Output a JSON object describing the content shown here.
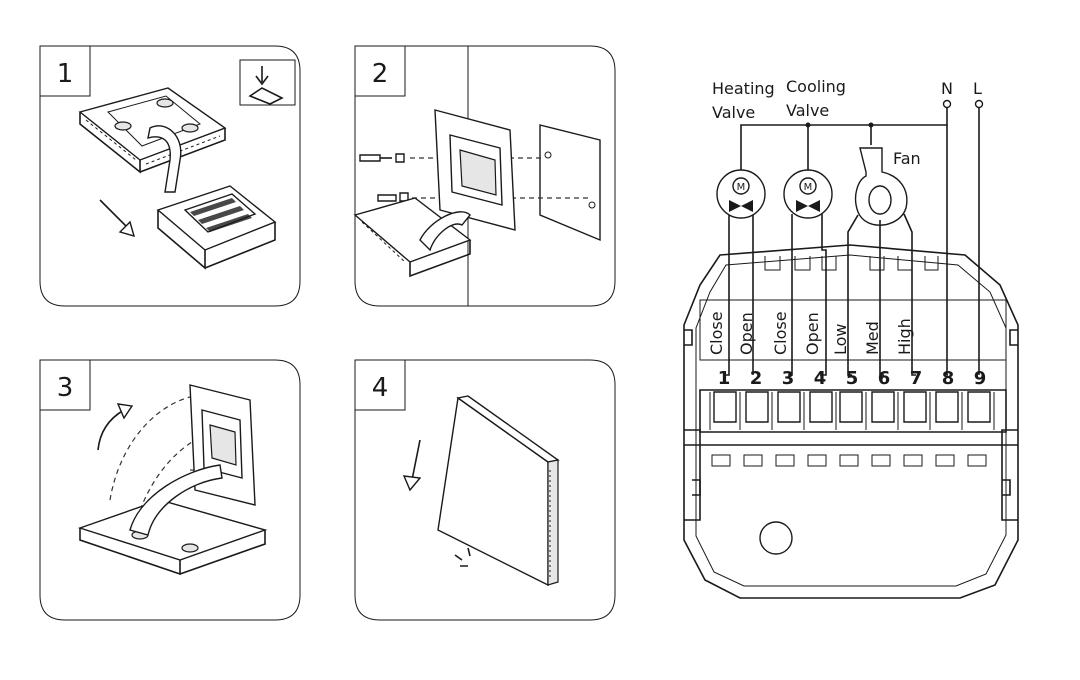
{
  "steps": [
    {
      "number": "1"
    },
    {
      "number": "2"
    },
    {
      "number": "3"
    },
    {
      "number": "4"
    }
  ],
  "wiring": {
    "heating_valve_label_line1": "Heating",
    "heating_valve_label_line2": "Valve",
    "cooling_valve_label_line1": "Cooling",
    "cooling_valve_label_line2": "Valve",
    "fan_label": "Fan",
    "neutral_label": "N",
    "live_label": "L",
    "motor_symbol": "M",
    "terminals": [
      {
        "number": "1",
        "label": "Close"
      },
      {
        "number": "2",
        "label": "Open"
      },
      {
        "number": "3",
        "label": "Close"
      },
      {
        "number": "4",
        "label": "Open"
      },
      {
        "number": "5",
        "label": "Low"
      },
      {
        "number": "6",
        "label": "Med"
      },
      {
        "number": "7",
        "label": "High"
      },
      {
        "number": "8",
        "label": ""
      },
      {
        "number": "9",
        "label": ""
      }
    ]
  }
}
